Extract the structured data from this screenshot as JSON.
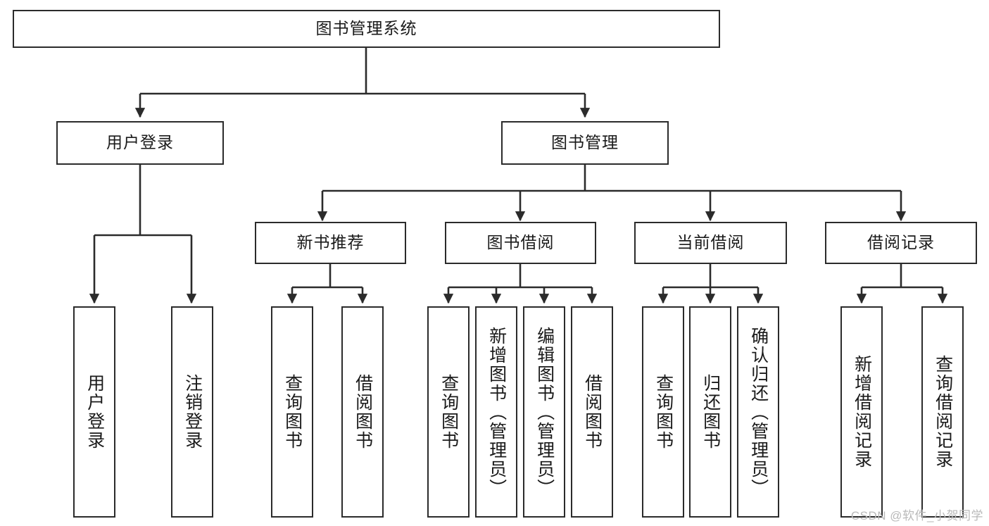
{
  "diagram": {
    "type": "hierarchy-tree",
    "title": "图书管理系统",
    "orientation": "top-down",
    "background_color": "#ffffff",
    "line_color": "#2b2b2b",
    "box_fill": "#ffffff",
    "levels": 4
  },
  "root": {
    "label": "图书管理系统"
  },
  "level2": [
    {
      "label": "用户登录"
    },
    {
      "label": "图书管理"
    }
  ],
  "level3": [
    {
      "label": "新书推荐"
    },
    {
      "label": "图书借阅"
    },
    {
      "label": "当前借阅"
    },
    {
      "label": "借阅记录"
    }
  ],
  "leaves": {
    "user_login": [
      {
        "label": "用户登录"
      },
      {
        "label": "注销登录"
      }
    ],
    "new_book_recommend": [
      {
        "label": "查询图书"
      },
      {
        "label": "借阅图书"
      }
    ],
    "book_borrow": [
      {
        "label": "查询图书"
      },
      {
        "label": "新增图书（管理员）"
      },
      {
        "label": "编辑图书（管理员）"
      },
      {
        "label": "借阅图书"
      }
    ],
    "current_borrow": [
      {
        "label": "查询图书"
      },
      {
        "label": "归还图书"
      },
      {
        "label": "确认归还（管理员）"
      }
    ],
    "borrow_record": [
      {
        "label": "新增借阅记录"
      },
      {
        "label": "查询借阅记录"
      }
    ]
  },
  "watermark": {
    "text": "CSDN @软件_小贺同学"
  }
}
